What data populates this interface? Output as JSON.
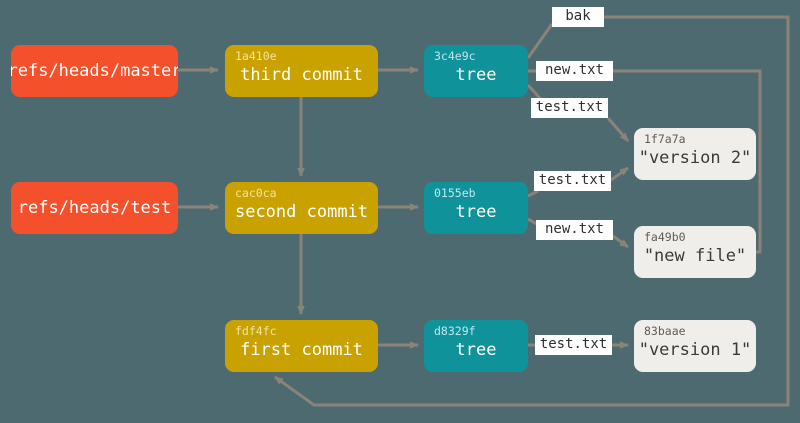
{
  "diagram": {
    "title": "git-object-model",
    "background_color": "#4d6a71",
    "colors": {
      "ref": "#f4502c",
      "commit": "#c9a200",
      "tree": "#10929b",
      "blob": "#efeeea",
      "edge": "#8a8378",
      "label_bg": "#ffffff"
    }
  },
  "nodes": {
    "ref_master": {
      "label": "refs/heads/master",
      "type": "ref"
    },
    "ref_test": {
      "label": "refs/heads/test",
      "type": "ref"
    },
    "commit_third": {
      "sha": "1a410e",
      "label": "third commit",
      "type": "commit"
    },
    "commit_second": {
      "sha": "cac0ca",
      "label": "second commit",
      "type": "commit"
    },
    "commit_first": {
      "sha": "fdf4fc",
      "label": "first commit",
      "type": "commit"
    },
    "tree_third": {
      "sha": "3c4e9c",
      "label": "tree",
      "type": "tree"
    },
    "tree_second": {
      "sha": "0155eb",
      "label": "tree",
      "type": "tree"
    },
    "tree_first": {
      "sha": "d8329f",
      "label": "tree",
      "type": "tree"
    },
    "blob_version2": {
      "sha": "1f7a7a",
      "label": "\"version 2\"",
      "type": "blob"
    },
    "blob_newfile": {
      "sha": "fa49b0",
      "label": "\"new file\"",
      "type": "blob"
    },
    "blob_version1": {
      "sha": "83baae",
      "label": "\"version 1\"",
      "type": "blob"
    }
  },
  "edge_labels": {
    "bak": "bak",
    "new_txt_top": "new.txt",
    "test_txt_top": "test.txt",
    "test_txt_mid": "test.txt",
    "new_txt_mid": "new.txt",
    "test_txt_bottom": "test.txt"
  }
}
